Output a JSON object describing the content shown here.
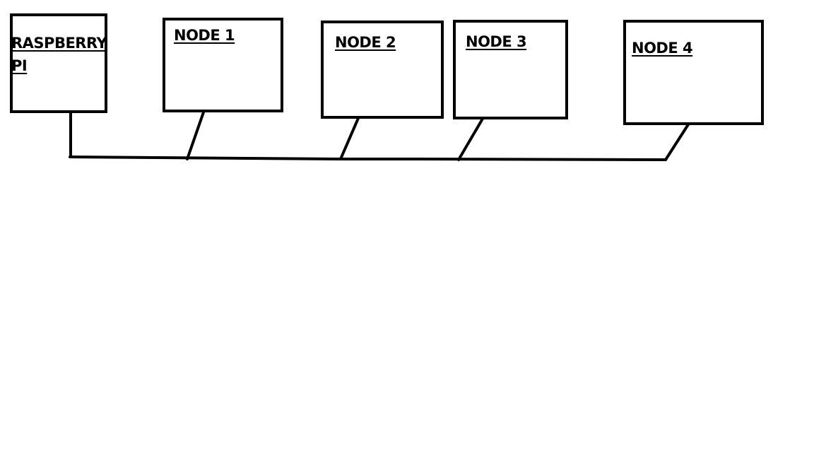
{
  "diagram": {
    "nodes": [
      {
        "id": "pi",
        "label": "RASPBERRY\nPI"
      },
      {
        "id": "node-1",
        "label": "NODE 1"
      },
      {
        "id": "node-2",
        "label": "NODE 2"
      },
      {
        "id": "node-3",
        "label": "NODE 3"
      },
      {
        "id": "node-4",
        "label": "NODE 4"
      }
    ],
    "bus": {
      "connects": [
        "pi",
        "node-1",
        "node-2",
        "node-3",
        "node-4"
      ]
    },
    "colors": {
      "stroke": "#000000",
      "background": "#ffffff"
    }
  }
}
